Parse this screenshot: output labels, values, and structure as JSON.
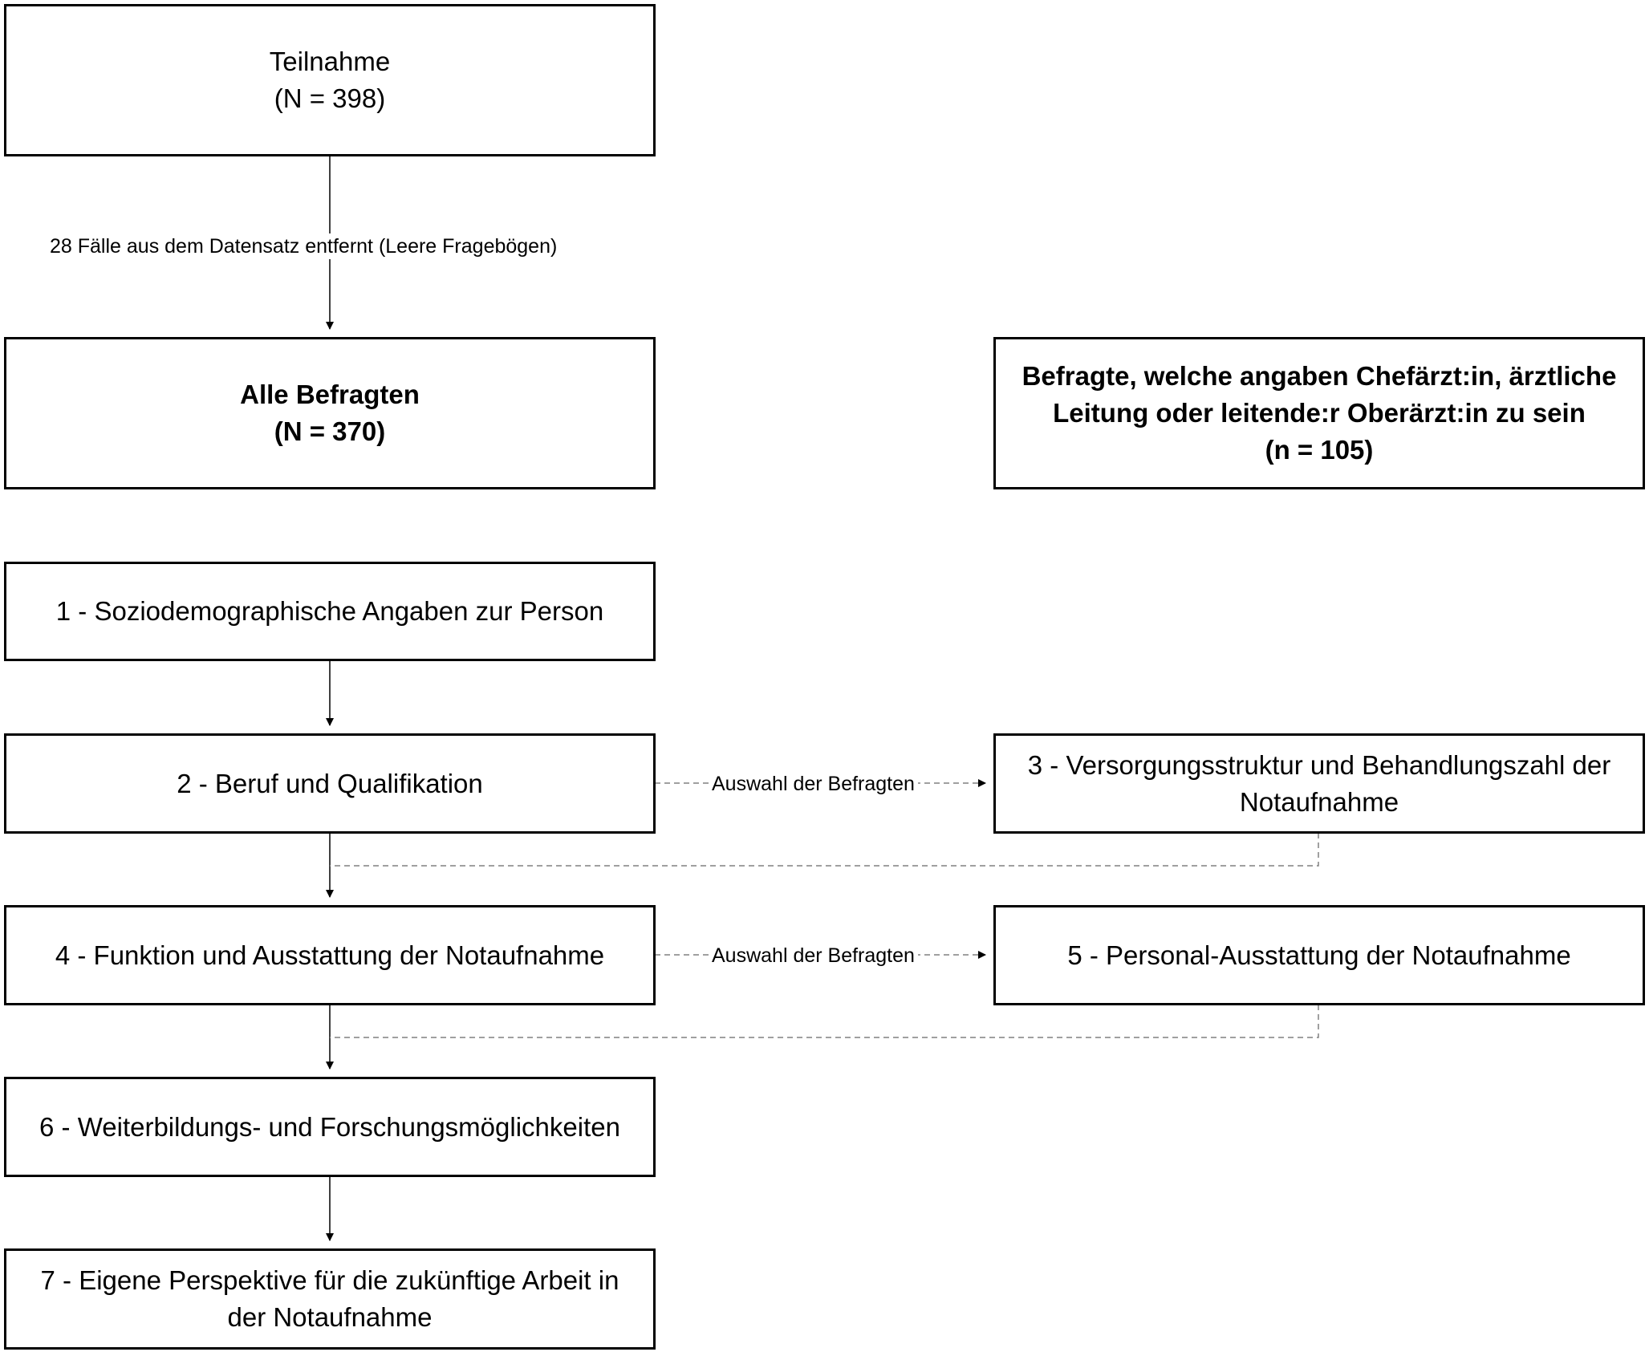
{
  "boxes": {
    "teilnahme": {
      "title": "Teilnahme",
      "count": "(N = 398)"
    },
    "alle": {
      "title": "Alle Befragten",
      "count": "(N = 370)"
    },
    "leitung": {
      "line1": "Befragte, welche angaben Chefärzt:in, ärztliche",
      "line2": "Leitung oder leitende:r Oberärzt:in zu sein",
      "count": "(n = 105)"
    },
    "s1": {
      "text": "1 - Soziodemographische Angaben zur Person"
    },
    "s2": {
      "text": "2 - Beruf und Qualifikation"
    },
    "s3": {
      "line1": "3 - Versorgungsstruktur und Behandlungszahl der",
      "line2": "Notaufnahme"
    },
    "s4": {
      "text": "4 - Funktion und Ausstattung der Notaufnahme"
    },
    "s5": {
      "text": "5 - Personal-Ausstattung der Notaufnahme"
    },
    "s6": {
      "text": "6 - Weiterbildungs- und Forschungsmöglichkeiten"
    },
    "s7": {
      "line1": "7 - Eigene Perspektive für die zukünftige Arbeit in",
      "line2": "der Notaufnahme"
    }
  },
  "labels": {
    "removed": "28 Fälle aus dem Datensatz entfernt (Leere Fragebögen)",
    "selection_1": "Auswahl der Befragten",
    "selection_2": "Auswahl der Befragten"
  },
  "colors": {
    "line": "#000000",
    "dashed": "#808080"
  }
}
